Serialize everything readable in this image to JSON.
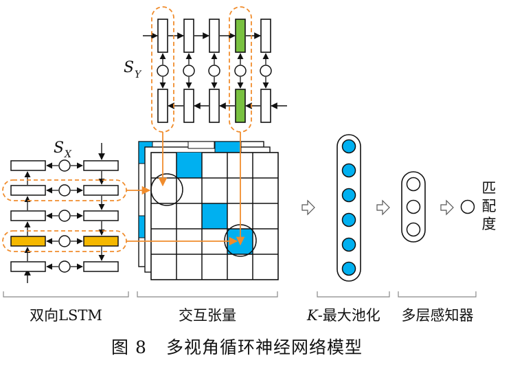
{
  "labels": {
    "s_y": "S",
    "s_y_sub": "Y",
    "s_x": "S",
    "s_x_sub": "X",
    "match_score": "匹配度"
  },
  "sections": {
    "bilstm": "双向LSTM",
    "interaction_tensor": "交互张量",
    "kmax_k": "K",
    "kmax_rest": "-最大池化",
    "mlp": "多层感知器"
  },
  "caption": {
    "figure": "图 8",
    "title": "多视角循环神经网络模型"
  },
  "colors": {
    "orange": "#F08C2C",
    "cyan": "#00B0F0",
    "green": "#79C141",
    "gold": "#F5B800",
    "grey_arrow": "#E0E0E0"
  },
  "icons": {
    "flow_arrow": "hollow-right-arrow-icon",
    "neuron": "circle-node-icon"
  }
}
